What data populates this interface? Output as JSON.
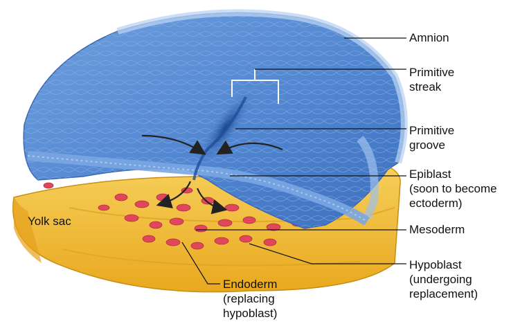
{
  "labels": {
    "amnion": "Amnion",
    "primitive_streak": [
      "Primitive",
      "streak"
    ],
    "primitive_groove": [
      "Primitive",
      "groove"
    ],
    "epiblast": [
      "Epiblast",
      "(soon to become",
      "ectoderm)"
    ],
    "mesoderm": "Mesoderm",
    "hypoblast": [
      "Hypoblast",
      "(undergoing",
      "replacement)"
    ],
    "endoderm": [
      "Endoderm",
      "(replacing",
      "hypoblast)"
    ],
    "yolk_sac": "Yolk sac"
  },
  "colors": {
    "amnion_blue": "#5a8fd6",
    "amnion_light": "#a9c8ee",
    "groove_dark": "#1f4f9a",
    "yolk": "#f2b82e",
    "yolk_dark": "#c98d12",
    "mesoderm_cells": "#e0475a",
    "arrow": "#222222"
  }
}
